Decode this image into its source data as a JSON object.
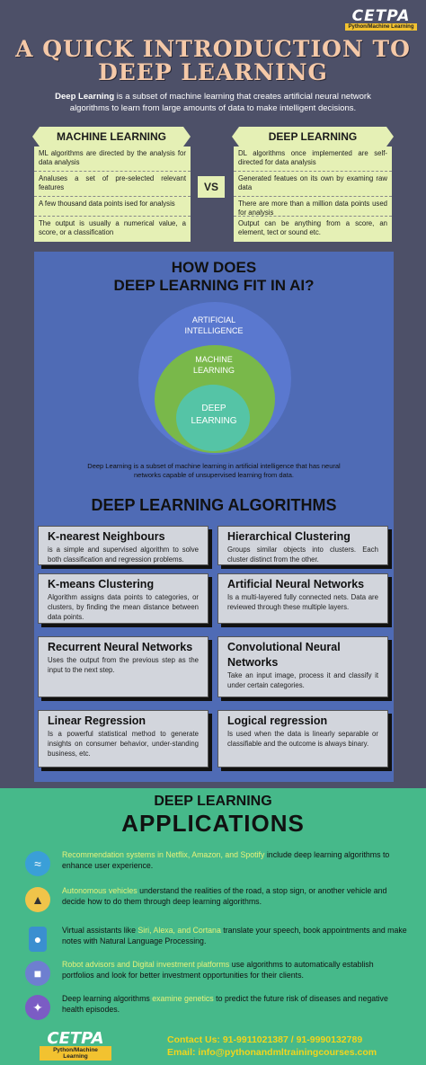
{
  "logo": {
    "word": "CETPA",
    "sub": "Python/Machine Learning"
  },
  "title": {
    "line1": "A QUICK INTRODUCTION TO",
    "line2": "DEEP LEARNING"
  },
  "intro": {
    "bold": "Deep Learning",
    "text": " is a subset of machine learning that creates artificial neural network algorithms to learn from large amounts of data to make intelligent decisions."
  },
  "comparison": {
    "vs": "VS",
    "ml": {
      "heading": "MACHINE LEARNING",
      "rows": [
        "ML algorithms are directed by the analysis for data analysis",
        "Analuses a set of pre-selected relevant features",
        "A few thousand data points ised for analysis",
        "The output is usually a numerical value, a score, or a classification"
      ]
    },
    "dl": {
      "heading": "DEEP LEARNING",
      "rows": [
        "DL algorithms once implemented are self-directed for data analysis",
        "Generated featues on its own by examing raw data",
        "There are more than a million data points used for analysis",
        "Output can be anything from a score, an element, tect or sound etc."
      ]
    }
  },
  "ai_fit": {
    "title_line1": "HOW DOES",
    "title_line2": "DEEP LEARNING FIT IN AI?",
    "circle_ai_1": "ARTIFICIAL",
    "circle_ai_2": "INTELLIGENCE",
    "circle_ml_1": "MACHINE",
    "circle_ml_2": "LEARNING",
    "circle_dl_1": "DEEP",
    "circle_dl_2": "LEARNING",
    "caption": "Deep Learning is a subset of machine learning in artificial intelligence that has neural networks capable of unsupervised learning from data."
  },
  "algorithms": {
    "title": "DEEP LEARNING ALGORITHMS",
    "items": [
      {
        "name": "K-nearest Neighbours",
        "desc": "is a simple and supervised algorithm to solve both classification and regression problems."
      },
      {
        "name": "Hierarchical Clustering",
        "desc": "Groups similar objects into clusters. Each cluster distinct from the other."
      },
      {
        "name": "K-means Clustering",
        "desc": "Algorithm assigns data points to categories, or clusters, by finding the mean distance between data points."
      },
      {
        "name": "Artificial Neural Networks",
        "desc": "Is a multi-layered fully connected nets. Data are reviewed through these multiple layers."
      },
      {
        "name": "Recurrent Neural Networks",
        "desc": "Uses the output from the previous step as the input to the next step."
      },
      {
        "name": "Convolutional Neural Networks",
        "desc": "Take an input image, process it and classify it under certain categories."
      },
      {
        "name": "Linear Regression",
        "desc": "Is a powerful statistical method to generate insights on consumer behavior, under-standing business, etc."
      },
      {
        "name": "Logical regression",
        "desc": "Is used when the data is linearly separable or classifiable and the outcome is always binary."
      }
    ]
  },
  "applications": {
    "title_line1": "DEEP LEARNING",
    "title_line2": "APPLICATIONS",
    "items": [
      {
        "icon": "wifi-icon",
        "highlight": "Recommendation systems in Netflix, Amazon, and Spotify",
        "text": " include deep learning algorithms to enhance user experience."
      },
      {
        "icon": "car-icon",
        "highlight": "Autonomous vehicles",
        "text": " understand the realities of the road, a stop sign, or another vehicle and decide how to do them through deep learning algorithms."
      },
      {
        "icon": "phone-icon",
        "prefix": "Virtual assistants like ",
        "highlight": "Siri, Alexa, and Cortana",
        "text": " translate your speech, book appointments and make notes with Natural Language Processing."
      },
      {
        "icon": "robot-icon",
        "highlight": "Robot advisors and Digital investment platforms",
        "text": " use algorithms to automatically establish portfolios and look for better investment opportunities for their clients."
      },
      {
        "icon": "dna-icon",
        "prefix": "Deep learning algorithms ",
        "highlight": "examine genetics",
        "text": " to predict the future risk of diseases and negative health episodes."
      }
    ]
  },
  "footer": {
    "contact": "Contact Us: 91-9911021387 / 91-9990132789",
    "email": "Email: info@pythonandmltrainingcourses.com"
  }
}
